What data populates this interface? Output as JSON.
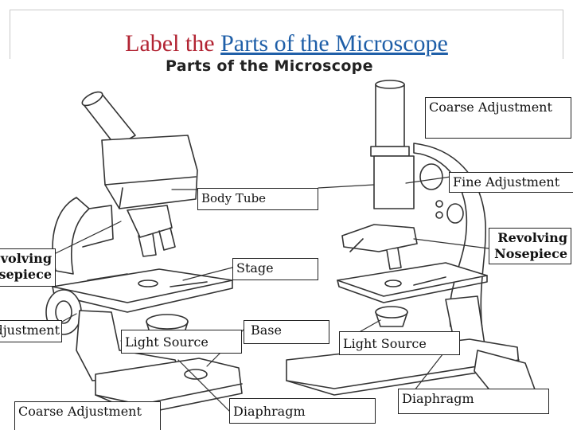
{
  "slide": {
    "title_plain": "Label the ",
    "title_link": "Parts of the Microscope",
    "picture_heading": "Parts of the Microscope"
  },
  "labels": {
    "coarse_adjustment_top": "Coarse Adjustment",
    "fine_adjustment": "Fine Adjustment",
    "body_tube": "Body Tube",
    "revolving_nosepiece_right": "Revolving Nosepiece",
    "revolving_nosepiece_left": "Revolving Nosepiece",
    "stage": "Stage",
    "adjustment_left": "Fine Adjustment",
    "light_source_left": "Light Source",
    "base": "Base",
    "light_source_right": "Light Source",
    "coarse_adjustment_bottom": "Coarse Adjustment",
    "diaphragm_center": "Diaphragm",
    "diaphragm_right": "Diaphragm"
  },
  "colors": {
    "title": "#b22433",
    "title_link": "#1f5fa8",
    "line_art": "#333333"
  }
}
